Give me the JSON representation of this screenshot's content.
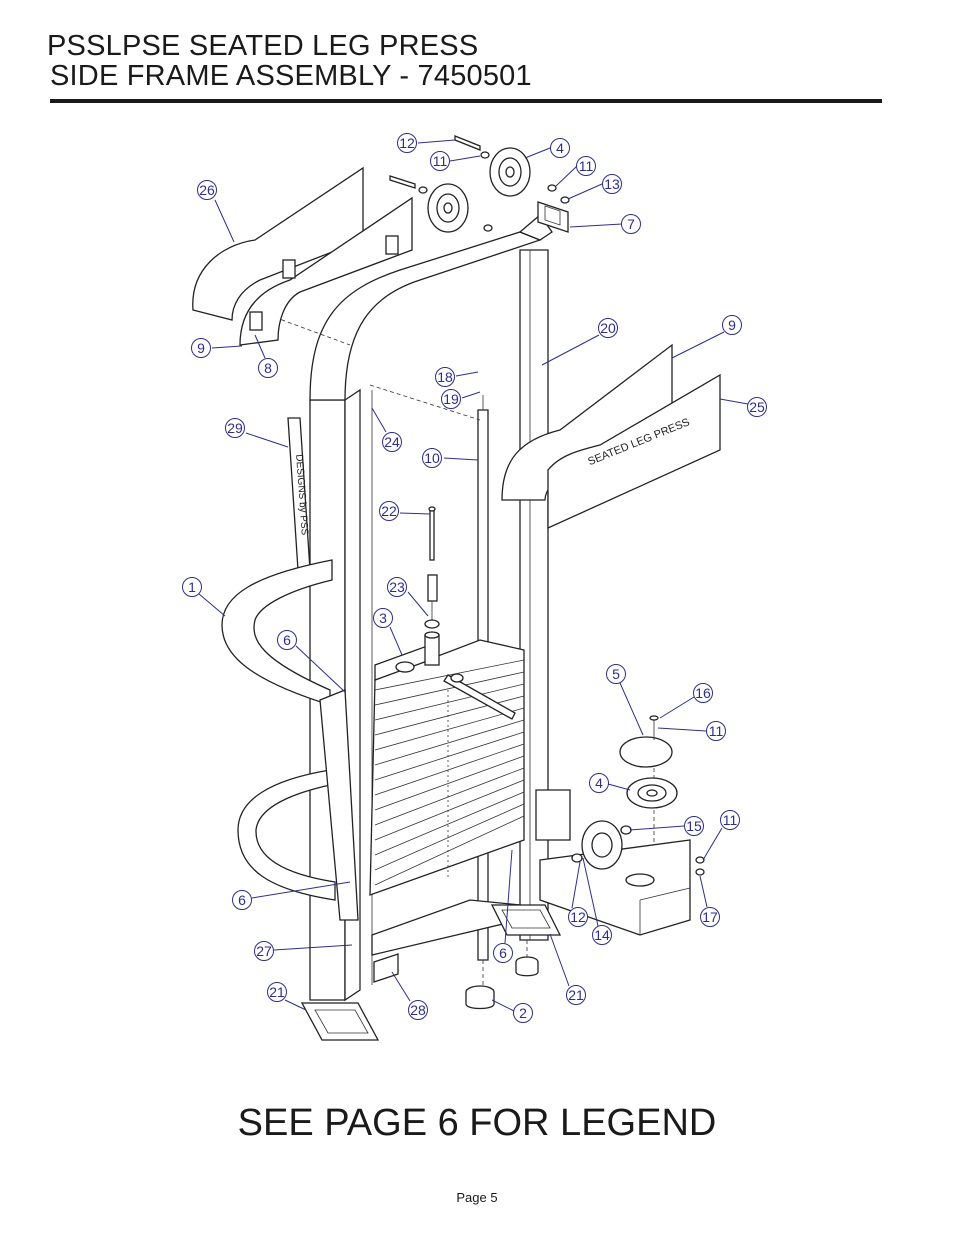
{
  "header": {
    "title_line1": "PSSLPSE SEATED LEG PRESS",
    "title_line2": "SIDE FRAME ASSEMBLY - 7450501"
  },
  "diagram": {
    "shroud_label": "SEATED LEG PRESS",
    "decal_text": "DESIGNS by PSS",
    "callouts": [
      "12",
      "11",
      "4",
      "11",
      "13",
      "7",
      "26",
      "9",
      "8",
      "20",
      "9",
      "25",
      "18",
      "19",
      "29",
      "24",
      "10",
      "22",
      "1",
      "23",
      "3",
      "6",
      "5",
      "16",
      "11",
      "4",
      "15",
      "11",
      "6",
      "12",
      "14",
      "17",
      "27",
      "6",
      "21",
      "21",
      "28",
      "2"
    ]
  },
  "footer": {
    "legend_note": "SEE PAGE 6 FOR LEGEND",
    "page_label": "Page 5"
  }
}
